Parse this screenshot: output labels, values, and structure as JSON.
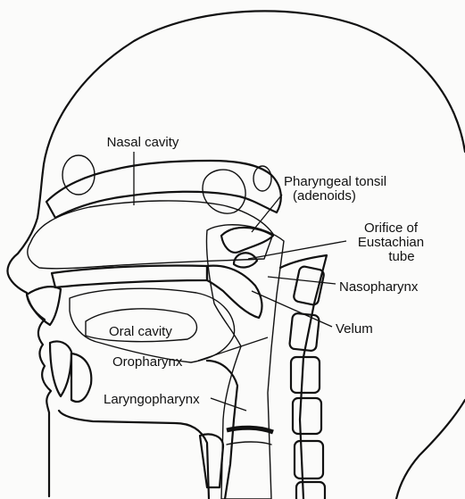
{
  "labels": {
    "nasal_cavity": "Nasal cavity",
    "pharyngeal_tonsil": "Pharyngeal tonsil",
    "adenoids": "(adenoids)",
    "orifice_line1": "Orifice of",
    "orifice_line2": "Eustachian",
    "orifice_line3": "tube",
    "nasopharynx": "Nasopharynx",
    "oral_cavity": "Oral cavity",
    "velum": "Velum",
    "oropharynx": "Oropharynx",
    "laryngopharynx": "Laryngopharynx"
  }
}
